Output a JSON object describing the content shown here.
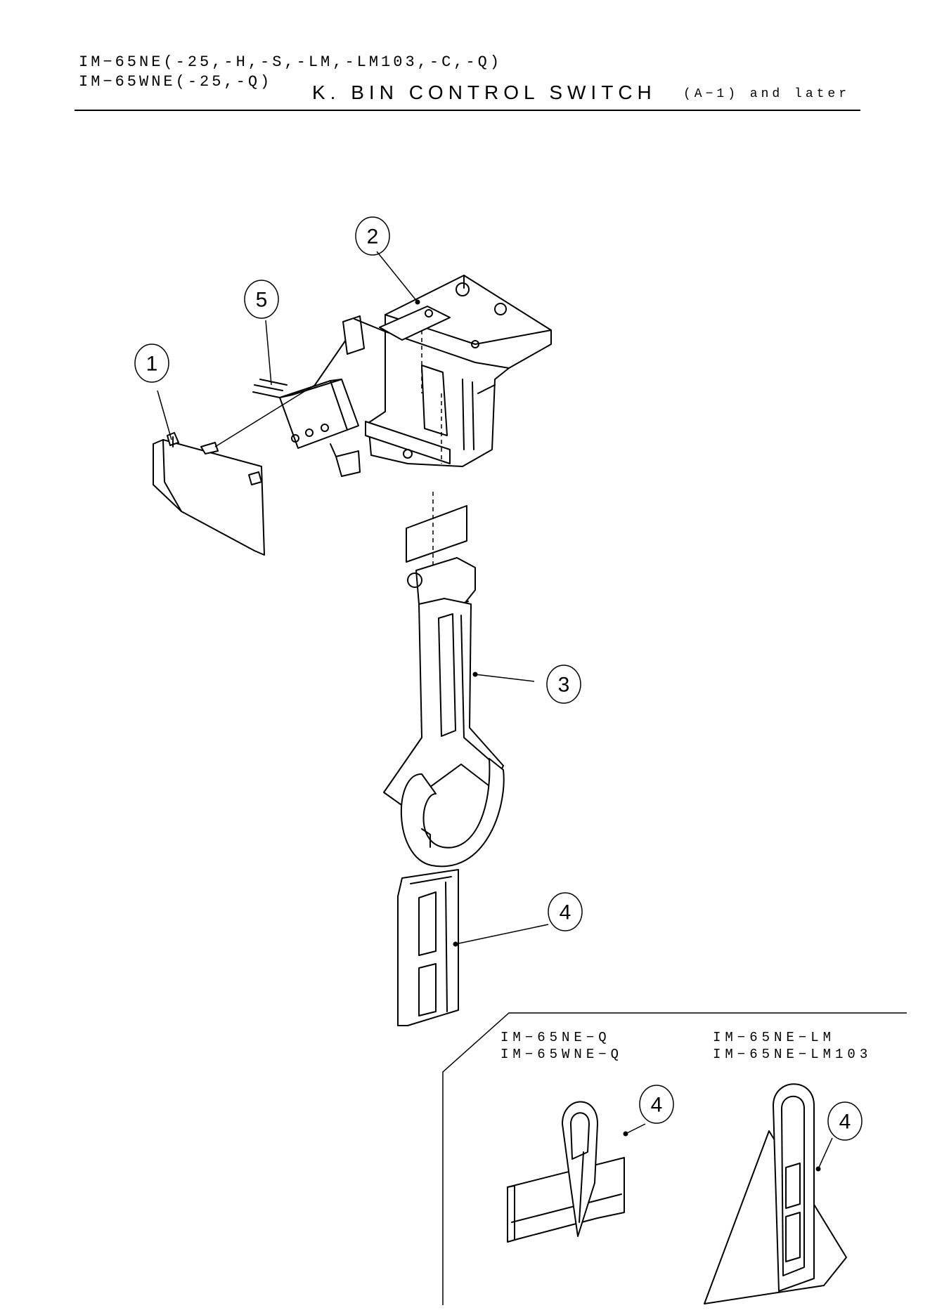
{
  "header": {
    "model_line_1": "IM−65NE(-25,-H,-S,-LM,-LM103,-C,-Q)",
    "model_line_2": "IM−65WNE(-25,-Q)",
    "title": "K. BIN CONTROL SWITCH",
    "serial_note": "(A−1) and later"
  },
  "callouts": {
    "c1": "1",
    "c2": "2",
    "c3": "3",
    "c4_main": "4",
    "c5": "5",
    "c4_inset_q": "4",
    "c4_inset_lm": "4"
  },
  "inset": {
    "q_models": [
      "IM−65NE−Q",
      "IM−65WNE−Q"
    ],
    "lm_models": [
      "IM−65NE−LM",
      "IM−65NE−LM103"
    ]
  }
}
